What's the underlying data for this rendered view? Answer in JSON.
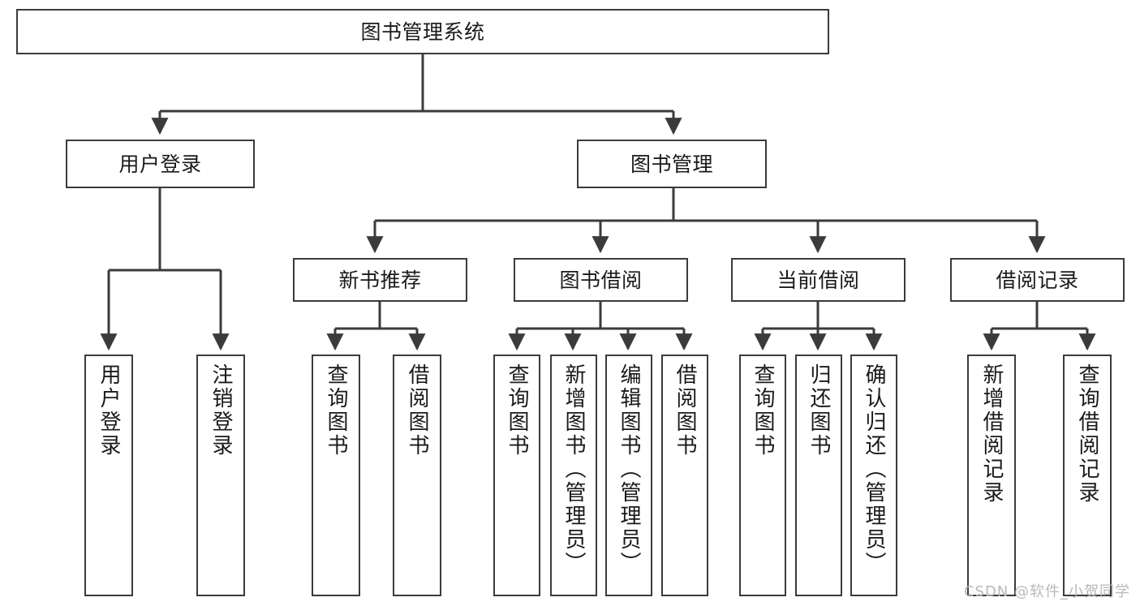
{
  "diagram": {
    "title": "图书管理系统",
    "type": "tree-hierarchy",
    "root": {
      "label": "图书管理系统"
    },
    "level2": [
      {
        "label": "用户登录"
      },
      {
        "label": "图书管理"
      }
    ],
    "level3": [
      {
        "label": "新书推荐"
      },
      {
        "label": "图书借阅"
      },
      {
        "label": "当前借阅"
      },
      {
        "label": "借阅记录"
      }
    ],
    "leaves": {
      "user_login": [
        {
          "label": "用户登录"
        },
        {
          "label": "注销登录"
        }
      ],
      "new_book_recommend": [
        {
          "label": "查询图书"
        },
        {
          "label": "借阅图书"
        }
      ],
      "book_borrow": [
        {
          "label": "查询图书"
        },
        {
          "label": "新增图书（管理员）"
        },
        {
          "label": "编辑图书（管理员）"
        },
        {
          "label": "借阅图书"
        }
      ],
      "current_borrow": [
        {
          "label": "查询图书"
        },
        {
          "label": "归还图书"
        },
        {
          "label": "确认归还（管理员）"
        }
      ],
      "borrow_record": [
        {
          "label": "新增借阅记录"
        },
        {
          "label": "查询借阅记录"
        }
      ]
    }
  },
  "watermark": {
    "text": "CSDN @软件_小贺同学"
  },
  "colors": {
    "stroke": "#3b3b3b",
    "fill": "#ffffff",
    "text": "#1a1a1a",
    "watermark": "#b9b9b9"
  }
}
